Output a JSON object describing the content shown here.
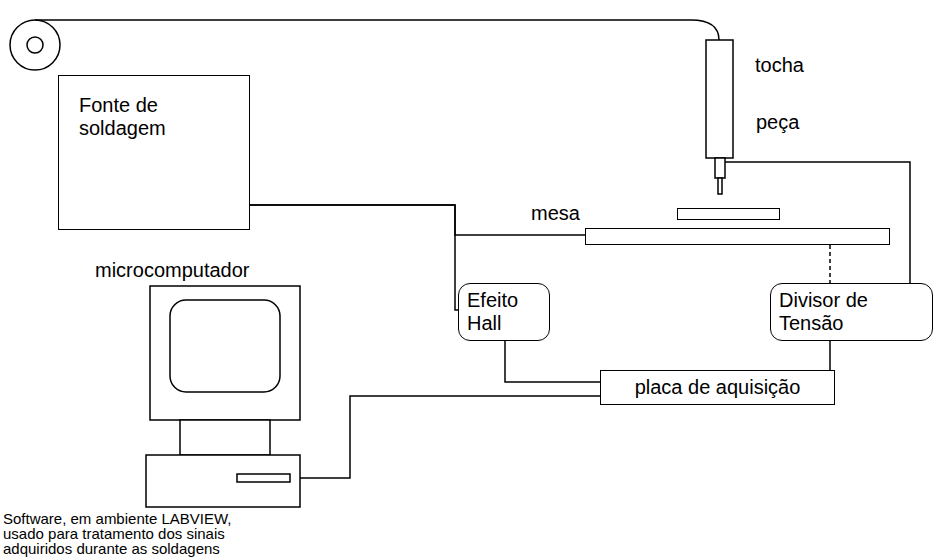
{
  "diagram": {
    "caption": "Software, em ambiente LABVIEW, usado para tratamento dos sinais adquiridos durante as soldagens",
    "nodes": [
      {
        "text": [
          "Fonte de soldagem"
        ]
      },
      {
        "text": [
          "tocha"
        ]
      },
      {
        "text": [
          "peça"
        ]
      },
      {
        "text": [
          "mesa"
        ]
      },
      {
        "text": [
          "Efeito Hall"
        ]
      },
      {
        "text": [
          "Divisor de Tensão"
        ]
      },
      {
        "text": [
          "placa de aquisição"
        ]
      },
      {
        "text": [
          "microcomputador"
        ]
      }
    ],
    "edges": [
      {
        "from": 0,
        "to": 1,
        "arrow": "none"
      },
      {
        "from": 0,
        "to": 3,
        "arrow": "none"
      },
      {
        "from": 0,
        "to": 4,
        "arrow": "none"
      },
      {
        "from": 1,
        "to": 5,
        "arrow": "none"
      },
      {
        "from": 3,
        "to": 5,
        "arrow": "none"
      },
      {
        "from": 4,
        "to": 6,
        "arrow": "none"
      },
      {
        "from": 5,
        "to": 6,
        "arrow": "none"
      },
      {
        "from": 7,
        "to": 6,
        "arrow": "none"
      }
    ]
  }
}
